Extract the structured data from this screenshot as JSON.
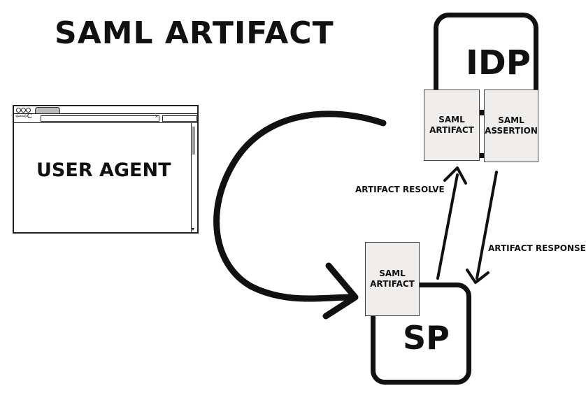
{
  "title": "SAML ARTIFACT",
  "user_agent": {
    "label": "USER AGENT",
    "nav_glyphs": "⇦⇨C",
    "url_close": "×",
    "scroll_down": "▾"
  },
  "idp": {
    "label": "IDP"
  },
  "sp": {
    "label": "SP"
  },
  "documents": {
    "idp_artifact": "SAML\nARTIFACT",
    "idp_assertion": "SAML\nASSERTION",
    "sp_artifact": "SAML\nARTIFACT"
  },
  "edges": {
    "artifact_resolve": "ARTIFACT RESOLVE",
    "artifact_response": "ARTIFACT RESPONSE"
  },
  "colors": {
    "ink": "#111111",
    "paper": "#efeeec",
    "background": "#ffffff"
  }
}
